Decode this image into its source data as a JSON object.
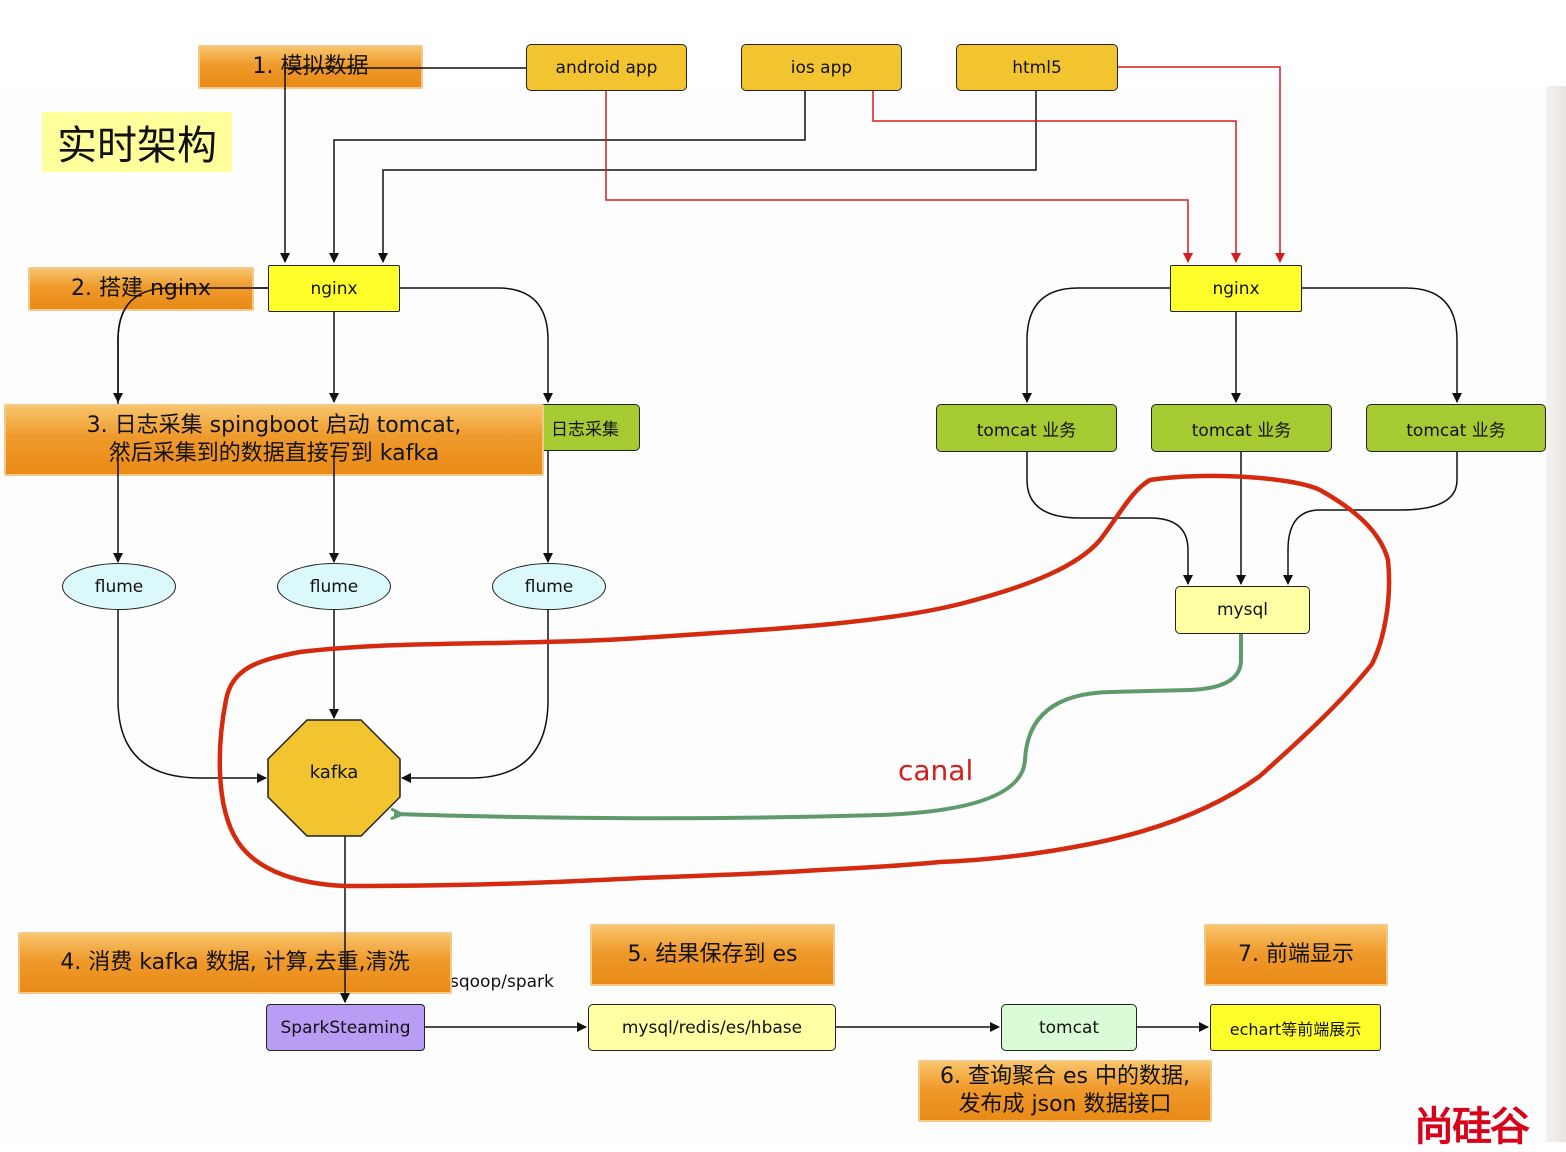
{
  "title": "实时架构",
  "sources": {
    "android": "android app",
    "ios": "ios app",
    "html5": "html5"
  },
  "left": {
    "nginx": "nginx",
    "log_node": "日志采集",
    "flume1": "flume",
    "flume2": "flume",
    "flume3": "flume",
    "kafka": "kafka"
  },
  "right": {
    "nginx": "nginx",
    "tomcat1": "tomcat 业务",
    "tomcat2": "tomcat 业务",
    "tomcat3": "tomcat 业务",
    "mysql": "mysql",
    "canal": "canal"
  },
  "bottom": {
    "spark": "SparkSteaming",
    "edge_label": "sqoop/spark",
    "storage": "mysql/redis/es/hbase",
    "tomcat": "tomcat",
    "echart": "echart等前端展示"
  },
  "annotations": {
    "step1": "1. 模拟数据",
    "step2": "2. 搭建 nginx",
    "step3_line1": "3. 日志采集 spingboot 启动 tomcat,",
    "step3_line2": "然后采集到的数据直接写到 kafka",
    "step4": "4. 消费 kafka 数据, 计算,去重,清洗",
    "step5": "5. 结果保存到 es",
    "step6_line1": "6. 查询聚合 es 中的数据,",
    "step6_line2": "发布成 json 数据接口",
    "step7": "7. 前端显示"
  },
  "logo": "尚硅谷",
  "colors": {
    "app": "#f2c530",
    "nginx": "#ffff2b",
    "tomcat_green": "#a6ca32",
    "flume": "#dbf8fb",
    "mysql": "#ffffa4",
    "spark": "#b99cf4",
    "red_edges": "#d21e1e",
    "canal_edge": "#5f9a6a",
    "red_loop": "#d42a10"
  }
}
